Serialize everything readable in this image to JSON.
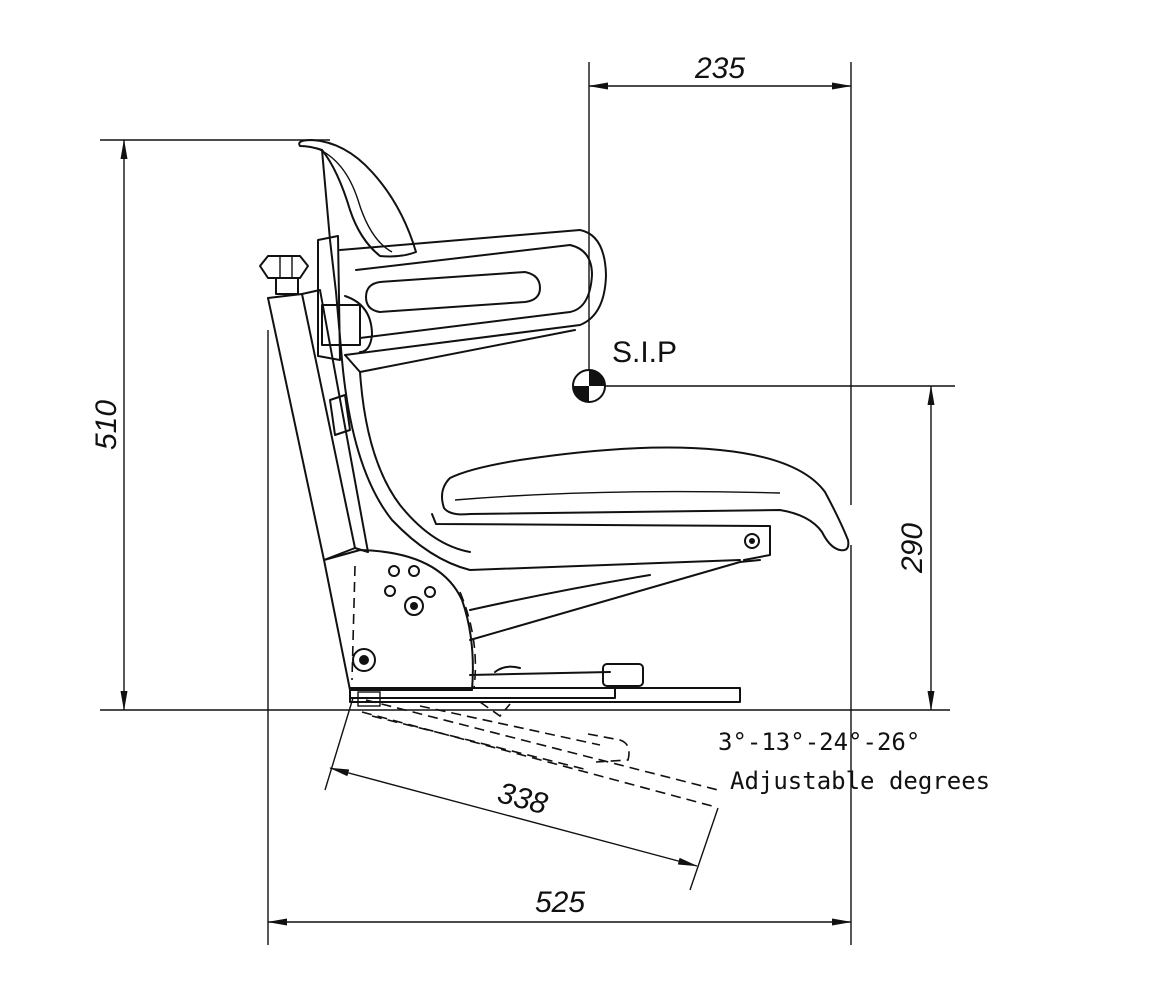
{
  "dimensions": {
    "top_width": "235",
    "total_height": "510",
    "sip_height": "290",
    "slide_length": "338",
    "total_length": "525"
  },
  "sip_label": "S.I.P",
  "adjust": {
    "angles": "3°-13°-24°-26°",
    "caption": "Adjustable degrees"
  }
}
